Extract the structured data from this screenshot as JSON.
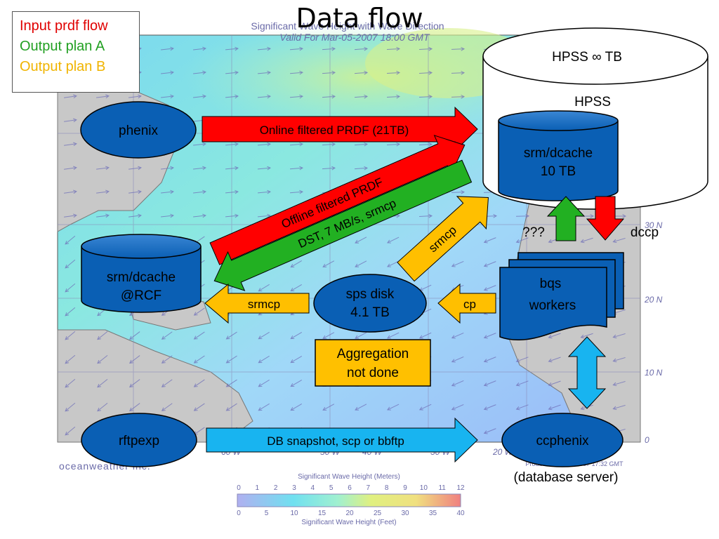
{
  "title": "Data flow",
  "legend": [
    {
      "label": "Input prdf flow",
      "color": "#e00000"
    },
    {
      "label": "Output plan A",
      "color": "#22a022"
    },
    {
      "label": "Output plan B",
      "color": "#f0b400"
    }
  ],
  "map": {
    "header_line1": "Significant Wave Height with Wave Direction",
    "header_line2": "Valid For Mar-05-2007 18:00 GMT",
    "credit": "oceanweather inc.",
    "produced": "Produced Mar 05 2007 17:32 GMT",
    "lon_labels": [
      "60 W",
      "50 W",
      "40 W",
      "30 W",
      "20 W"
    ],
    "lat_labels": [
      "30 N",
      "20 N",
      "10 N",
      "0"
    ],
    "scale_title_m": "Significant Wave Height (Meters)",
    "scale_title_ft": "Significant Wave Height (Feet)",
    "scale_m": [
      "0",
      "1",
      "2",
      "3",
      "4",
      "5",
      "6",
      "7",
      "8",
      "9",
      "10",
      "11",
      "12"
    ],
    "scale_ft": [
      "0",
      "5",
      "10",
      "15",
      "20",
      "25",
      "30",
      "35",
      "40"
    ]
  },
  "nodes": {
    "phenix": "phenix",
    "rftpexp": "rftpexp",
    "ccphenix": "ccphenix",
    "database_server": "(database server)",
    "sps_disk_line1": "sps disk",
    "sps_disk_line2": "4.1 TB",
    "srm_rcf_line1": "srm/dcache",
    "srm_rcf_line2": "@RCF",
    "hpss_outer": "HPSS ∞ TB",
    "hpss_label": "HPSS",
    "srm_hpss_line1": "srm/dcache",
    "srm_hpss_line2": "10 TB",
    "bqs_line1": "bqs",
    "bqs_line2": "workers",
    "aggregation_line1": "Aggregation",
    "aggregation_line2": "not done",
    "unknown": "???",
    "dccp": "dccp"
  },
  "arrows": {
    "online": "Online filtered PRDF (21TB)",
    "offline": "Offline filtered PRDF",
    "dst": "DST, 7 MB/s, srmcp",
    "srmcp_diag": "srmcp",
    "srmcp_left": "srmcp",
    "cp": "cp",
    "db_snapshot": "DB snapshot, scp or bbftp"
  },
  "colors": {
    "node_fill": "#0a5fb4",
    "red": "#ff0000",
    "green": "#22b022",
    "orange": "#ffbf00",
    "cyan": "#18b4f0",
    "aggregation": "#ffc000",
    "ocean": "#7fe0f0",
    "land": "#c8c8c8"
  }
}
